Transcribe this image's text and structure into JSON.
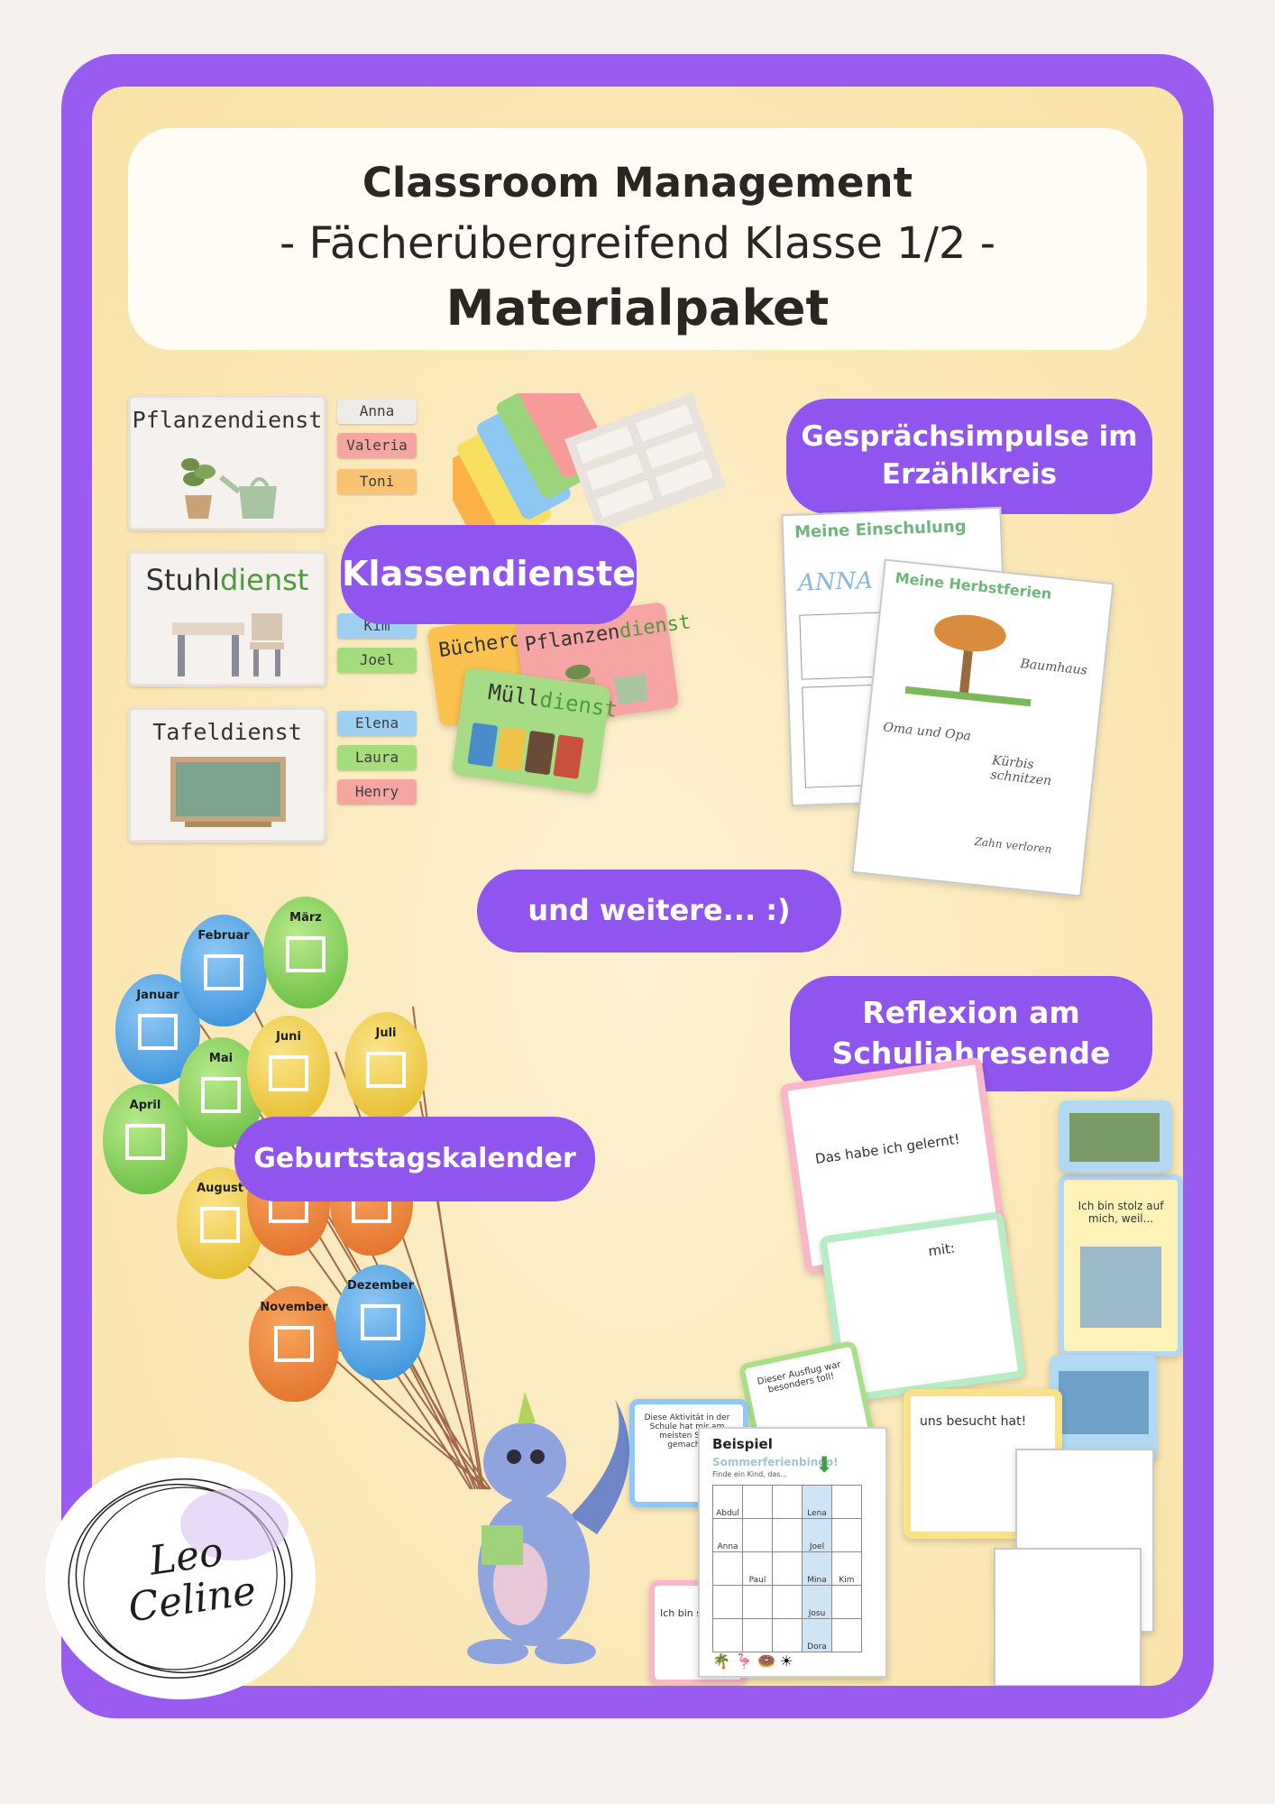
{
  "header": {
    "line1": "Classroom Management",
    "line2": "- Fächerübergreifend Klasse 1/2 -",
    "line3": "Materialpaket"
  },
  "labels": {
    "klassendienste": "Klassendienste",
    "gespraech": "Gesprächsimpulse im Erzählkreis",
    "weitere": "und weitere... :)",
    "reflexion": "Reflexion am Schuljahresende",
    "geburtstag": "Geburtstagskalender"
  },
  "duty_cards": {
    "pflanzen": "Pflanzendienst",
    "stuhl_a": "Stuhl",
    "stuhl_b": "dienst",
    "tafel": "Tafeldienst",
    "buecher": "Bücherdienst",
    "pflanzen_a": "Pflanzen",
    "pflanzen_b": "dienst",
    "muell_a": "Müll",
    "muell_b": "dienst"
  },
  "names": {
    "n1": "Anna",
    "n2": "Valeria",
    "n3": "Toni",
    "n4": "Kim",
    "n5": "Joel",
    "n6": "Elena",
    "n7": "Laura",
    "n8": "Henry"
  },
  "sheets": {
    "einschulung": "Meine Einschulung",
    "herbstferien": "Meine Herbstferien",
    "hw_anna": "ANNA",
    "hw_baumhaus": "Baumhaus",
    "hw_oma": "Oma und Opa",
    "hw_kuerbis": "Kürbis schnitzen",
    "hw_zahn": "Zahn verloren"
  },
  "months": {
    "jan": "Januar",
    "feb": "Februar",
    "mar": "März",
    "apr": "April",
    "mai": "Mai",
    "jun": "Juni",
    "jul": "Juli",
    "aug": "August",
    "nov": "November",
    "dez": "Dezember"
  },
  "reflection": {
    "gelernt": "Das habe ich gelernt!",
    "stolz": "Ich bin stolz auf mich, weil...",
    "mit": "mit:",
    "besucht": "uns besucht hat!",
    "ausflug": "Dieser Ausflug war besonders toll!",
    "aktivitaet": "Diese Aktivität in der Schule hat mir am meisten Spaß gemacht!",
    "stolz2": "Ich bin stolz a"
  },
  "bingo": {
    "heading": "Beispiel",
    "title": "Sommerferienbingo!",
    "sub": "Finde ein Kind, das...",
    "cells": [
      "Abdul",
      "",
      "",
      "Lena",
      "",
      "Anna",
      "",
      "",
      "Joel",
      "",
      "",
      "Paul",
      "",
      "Mina",
      "Kim",
      "",
      "",
      "",
      "Josu",
      "",
      "",
      "",
      "",
      "Dora",
      ""
    ]
  },
  "logo": {
    "text": "Leo Celine"
  },
  "colors": {
    "frame": "#9a5cf0",
    "pill": "#8f55ee",
    "bg": "#fbe8b7"
  }
}
